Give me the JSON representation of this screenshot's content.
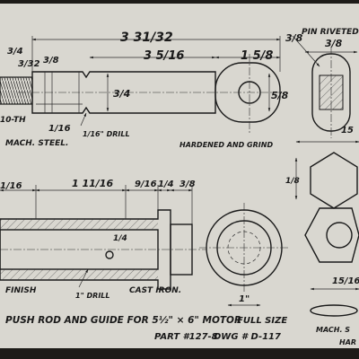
{
  "title": "PUSH ROD AND GUIDE FOR 5½\" × 6\" MOTOR",
  "scale_note": "FULL SIZE",
  "part_number": "PART #127-8",
  "drawing_number": "DWG # D-117",
  "colors": {
    "paper": "#d9d7d0",
    "ink": "#1a1a1a",
    "border": "#1d1b18"
  },
  "push_rod": {
    "material": "MACH. STEEL.",
    "thread": "10-TH",
    "head_note": "HARDENED AND GRIND",
    "pin_note": "PIN RIVETED",
    "drill_note": "1/16\" DRILL",
    "dims": {
      "overall": "3 31/32",
      "rod": "3 5/16",
      "head": "1 5/8",
      "left_3_4": "3/4",
      "left_3_32": "3/32",
      "left_3_8": "3/8",
      "groove_1_16": "1/16",
      "dia_3_4": "3/4",
      "head_3_8": "3/8",
      "head_5_8": "5/8",
      "pin_3_8": "3/8",
      "side_15": "15"
    }
  },
  "guide": {
    "material": "CAST IRON.",
    "finish": "FINISH",
    "drill_note": "1\" DRILL",
    "dims": {
      "left": "1/16",
      "bore": "1 11/16",
      "collar_a": "9/16",
      "collar_b": "1/4",
      "collar_c": "3/8",
      "hole": "1/4",
      "bottom": "1\"",
      "end_15_16": "15/16",
      "end_v_1_8": "1/8"
    }
  },
  "right_notes": {
    "material": "MACH. S",
    "hard": "HAR"
  }
}
